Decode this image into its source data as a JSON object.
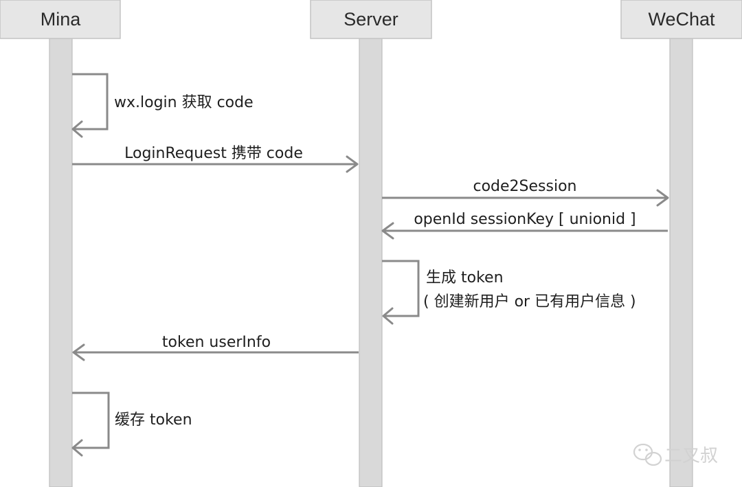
{
  "actors": {
    "mina": "Mina",
    "server": "Server",
    "wechat": "WeChat"
  },
  "messages": {
    "m1": "wx.login 获取 code",
    "m2": "LoginRequest 携带 code",
    "m3": "code2Session",
    "m4": "openId sessionKey [ unionid ]",
    "m5_line1": "生成 token",
    "m5_line2": "( 创建新用户 or 已有用户信息 )",
    "m6": "token userInfo",
    "m7": "缓存 token"
  },
  "watermark": {
    "text": "二叉叔",
    "icon": "wechat-icon"
  },
  "colors": {
    "actor_fill": "#e6e6e6",
    "lifeline_fill": "#d9d9d9",
    "arrow": "#8a8a8a",
    "text": "#1e1e1e",
    "watermark": "#d2d2d2"
  }
}
